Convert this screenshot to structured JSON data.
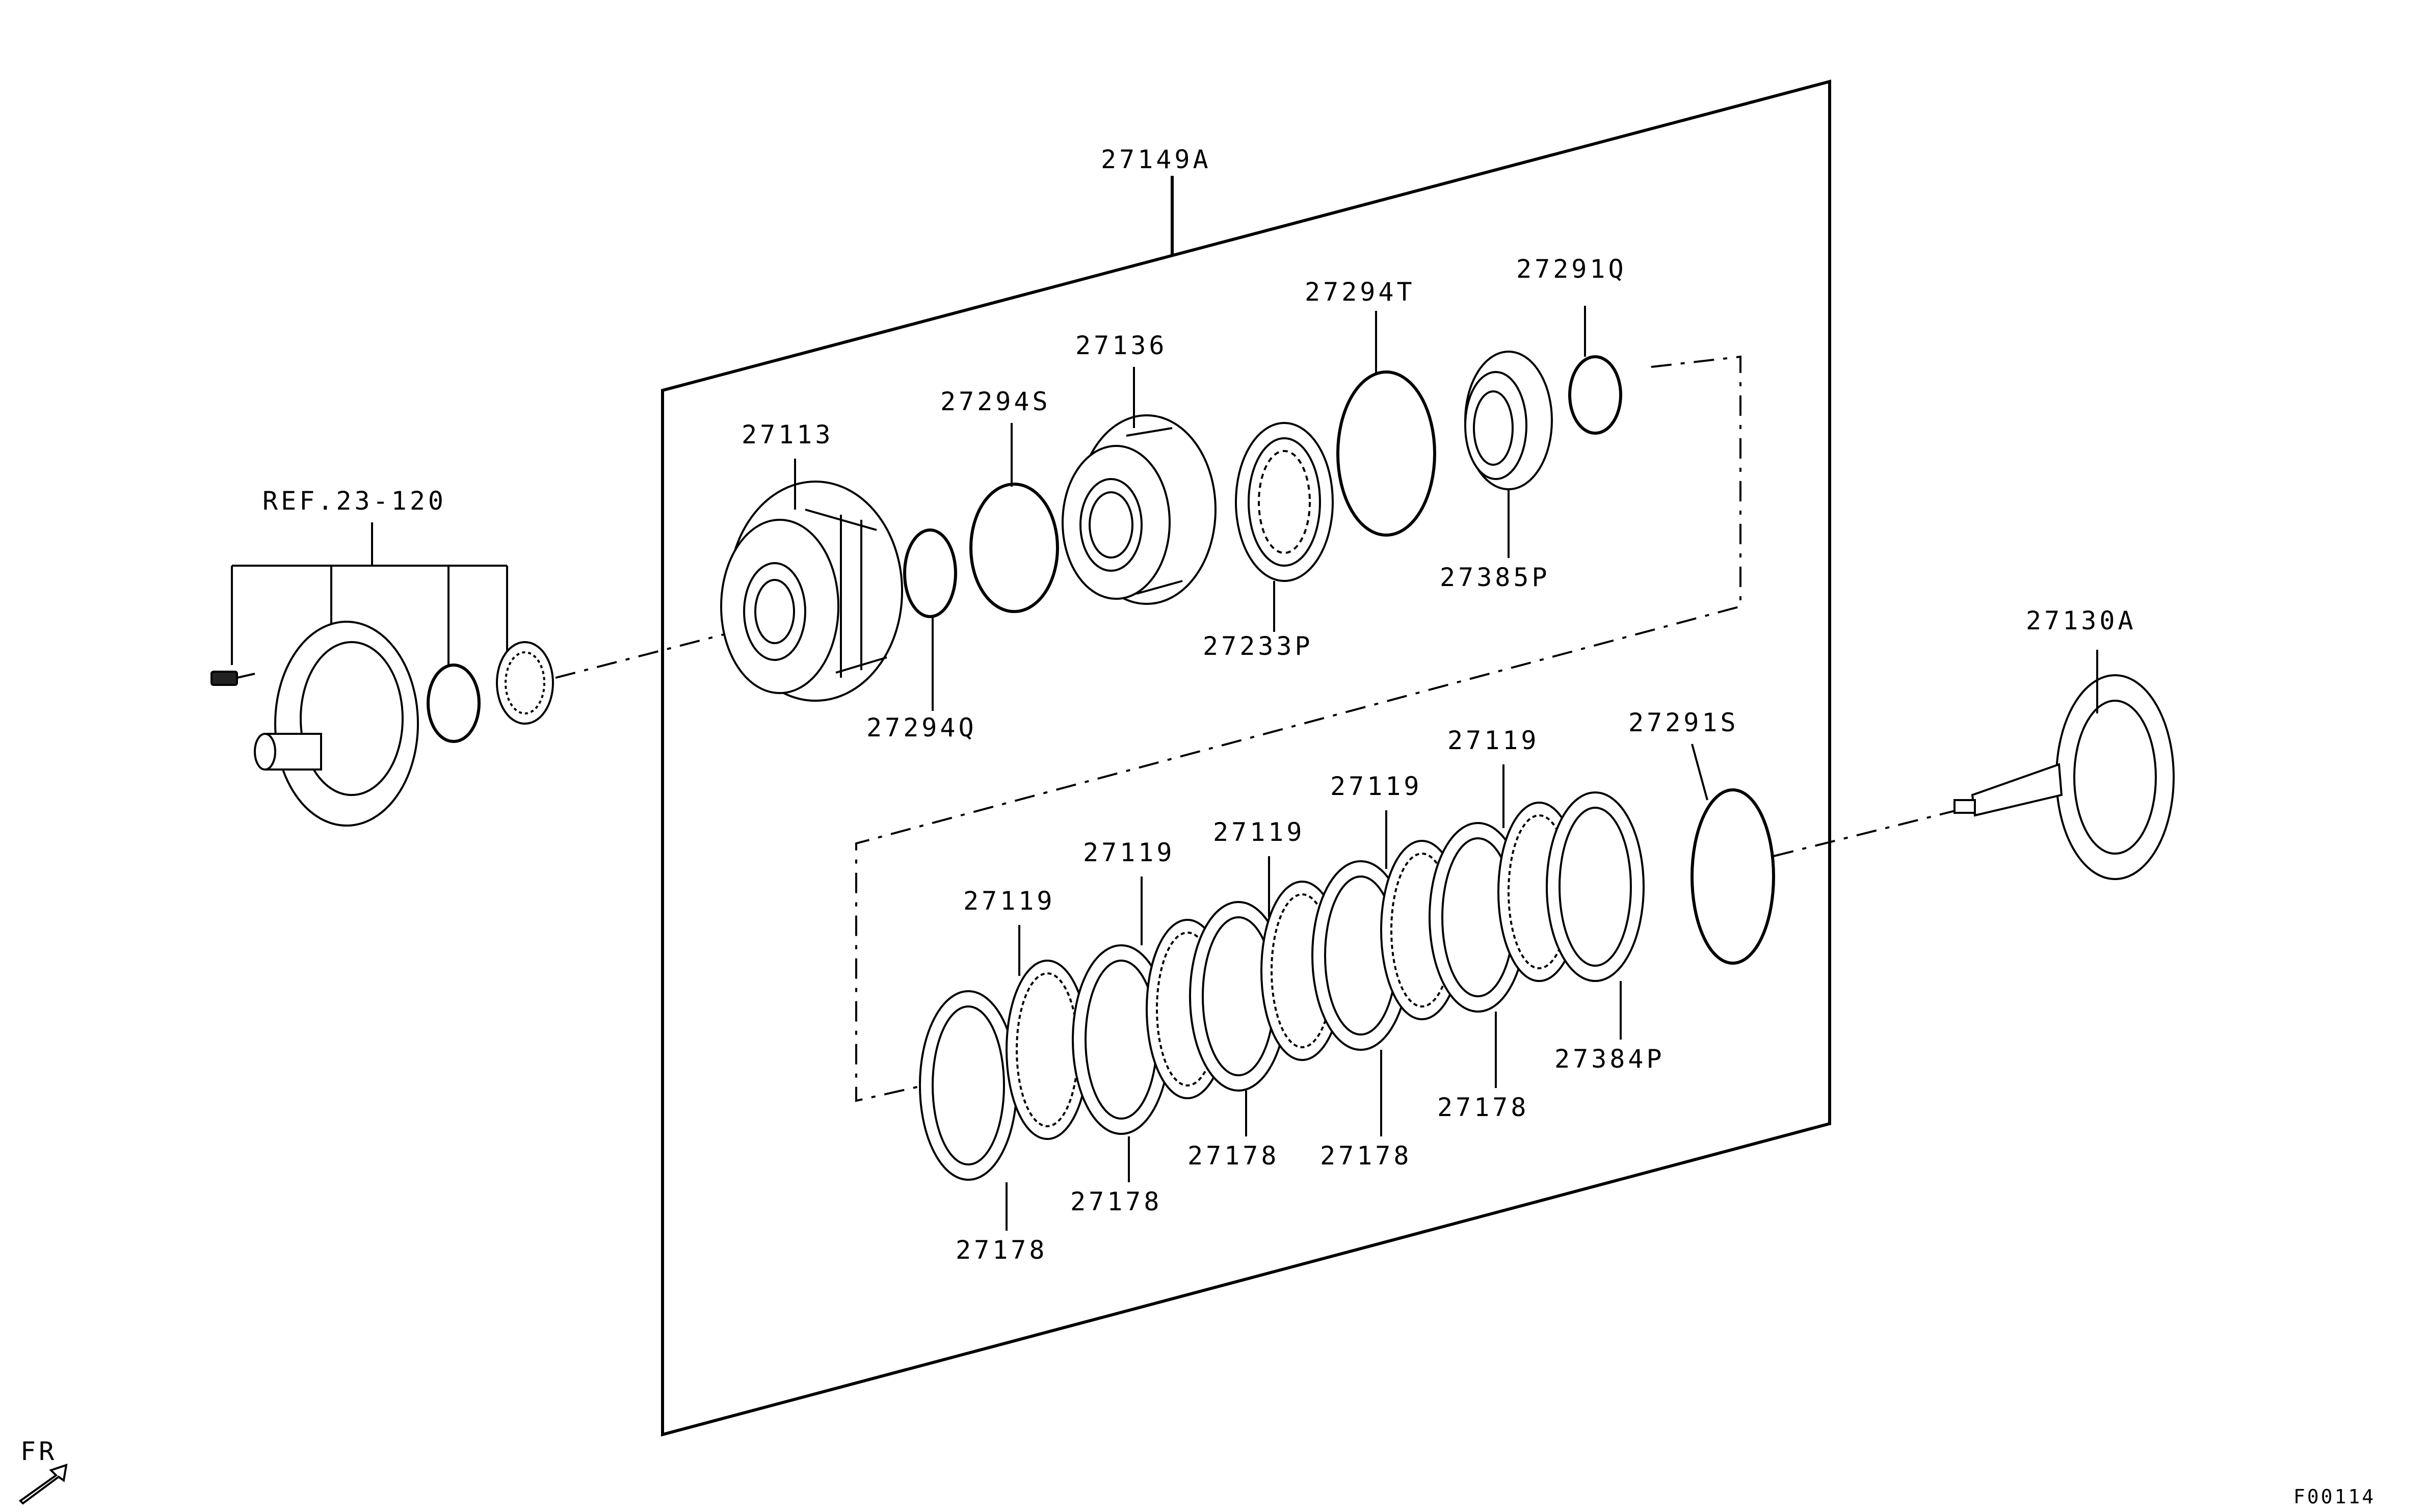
{
  "labels": {
    "assy": "27149A",
    "p27113": "27113",
    "p27294S": "27294S",
    "p27136": "27136",
    "p27294T": "27294T",
    "p27291Q": "27291Q",
    "p27294Q": "27294Q",
    "p27233P": "27233P",
    "p27385P": "27385P",
    "ref": "REF.23-120",
    "p27130A": "27130A",
    "p27291S": "27291S",
    "p27119_1": "27119",
    "p27119_2": "27119",
    "p27119_3": "27119",
    "p27119_4": "27119",
    "p27119_5": "27119",
    "p27178_1": "27178",
    "p27178_2": "27178",
    "p27178_3": "27178",
    "p27178_4": "27178",
    "p27178_5": "27178",
    "p27384P": "27384P",
    "fr": "FR",
    "code": "F00114"
  }
}
